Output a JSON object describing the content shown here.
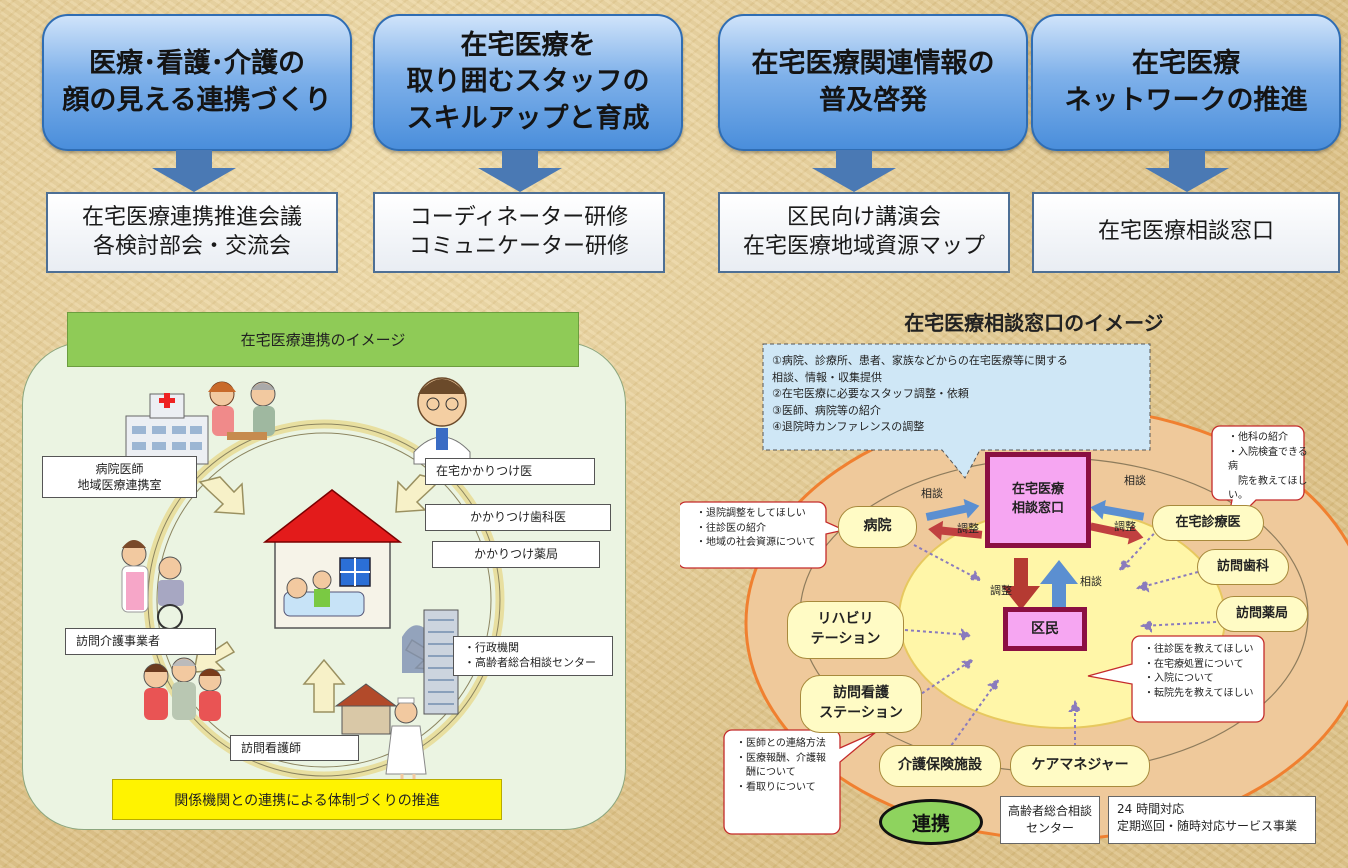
{
  "top_boxes": [
    {
      "title": "医療･看護･介護の\n顔の見える連携づくり",
      "sub": "在宅医療連携推進会議\n各検討部会・交流会"
    },
    {
      "title": "在宅医療を\n取り囲むスタッフの\nスキルアップと育成",
      "sub": "コーディネーター研修\nコミュニケーター研修"
    },
    {
      "title": "在宅医療関連情報の\n普及啓発",
      "sub": "区民向け講演会\n在宅医療地域資源マップ"
    },
    {
      "title": "在宅医療\nネットワークの推進",
      "sub": "在宅医療相談窓口"
    }
  ],
  "left_panel": {
    "title": "在宅医療連携のイメージ",
    "bottom": "関係機関との連携による体制づくりの推進",
    "labels": {
      "hospital": "病院医師\n地域医療連携室",
      "gp": "在宅かかりつけ医",
      "dentist": "かかりつけ歯科医",
      "pharmacy": "かかりつけ薬局",
      "care_provider": "訪問介護事業者",
      "admin": "・行政機関\n・高齢者総合相談センター",
      "nurse": "訪問看護師"
    }
  },
  "right_panel": {
    "title": "在宅医療相談窓口のイメージ",
    "info_box": "①病院、診療所、患者、家族などからの在宅医療等に関する\n相談、情報・収集提供\n②在宅医療に必要なスタッフ調整・依頼\n③医師、病院等の紹介\n④退院時カンファレンスの調整",
    "center_top": "在宅医療\n相談窓口",
    "center_bottom": "区民",
    "arrow_labels": {
      "consult": "相談",
      "adjust": "調整"
    },
    "nodes": {
      "hospital": "病院",
      "home_clinic": "在宅診療医",
      "visit_dental": "訪問歯科",
      "visit_pharmacy": "訪問薬局",
      "rehab": "リハビリ\nテーション",
      "visit_nursing": "訪問看護\nステーション",
      "care_facility": "介護保険施設",
      "care_manager": "ケアマネジャー"
    },
    "bubbles": {
      "hospital": "・退院調整をしてほしい\n・往診医の紹介\n・地域の社会資源について",
      "clinic": "・他科の紹介\n・入院検査できる病\n　院を教えてほしい。",
      "resident": "・往診医を教えてほしい\n・在宅療処置について\n・入院について\n・転院先を教えてほしい",
      "nursing": "・医師との連絡方法\n・医療報酬、介護報\n　酬について\n・看取りについて"
    },
    "bottom": {
      "renkei": "連携",
      "center": "高齢者総合相談\nセンター",
      "service": "24 時間対応\n定期巡回・随時対応サービス事業"
    }
  },
  "colors": {
    "top_box_blue": "#4a8edb",
    "arrow_blue": "#4a79b4",
    "green_title": "#8fcb57",
    "yellow_banner": "#fff300",
    "center_magenta": "#f6a6f2",
    "center_border": "#8b0f42",
    "renkei_green": "#8ed35e"
  }
}
